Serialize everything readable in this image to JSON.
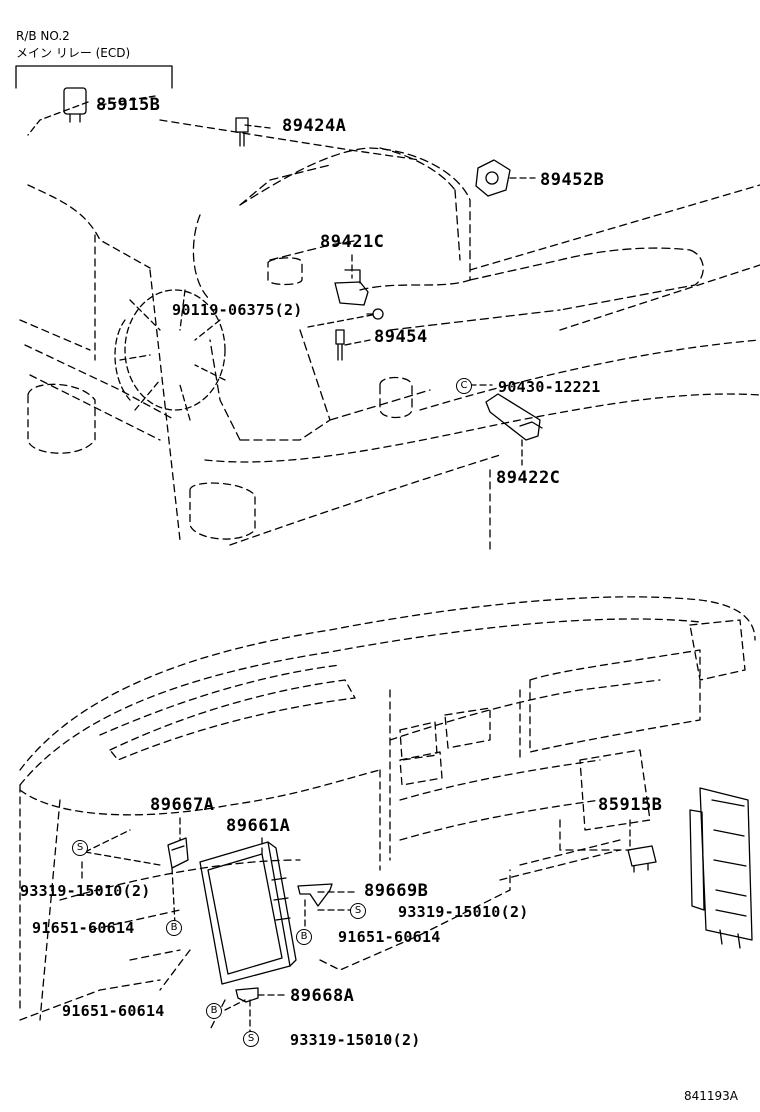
{
  "header": {
    "line1": "R/B NO.2",
    "line2": "メイン リレー (ECD)"
  },
  "parts": {
    "p85915B_top": "85915B",
    "p89424A": "89424A",
    "p89452B": "89452B",
    "p89421C": "89421C",
    "p90119": "90119-06375(2)",
    "p89454": "89454",
    "p90430": "90430-12221",
    "p89422C": "89422C",
    "p89667A": "89667A",
    "p89661A": "89661A",
    "p85915B_bottom": "85915B",
    "p93319_left": "93319-15010(2)",
    "p91651_left": "91651-60614",
    "p89669B": "89669B",
    "p93319_right": "93319-15010(2)",
    "p91651_right": "91651-60614",
    "p89668A": "89668A",
    "p91651_bottom": "91651-60614",
    "p93319_bottom": "93319-15010(2)"
  },
  "symbols": {
    "s": "S",
    "b": "B",
    "c": "C"
  },
  "footer": {
    "code": "841193A"
  }
}
